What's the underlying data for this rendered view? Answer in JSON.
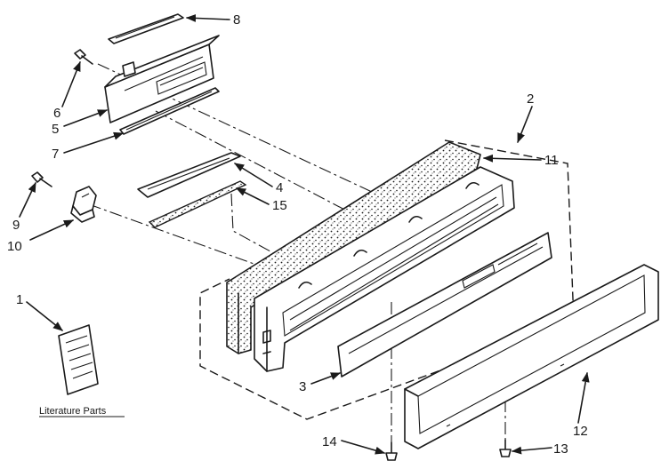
{
  "callouts": {
    "c1": "1",
    "c2": "2",
    "c3": "3",
    "c4": "4",
    "c5": "5",
    "c6": "6",
    "c7": "7",
    "c8": "8",
    "c9": "9",
    "c10": "10",
    "c11": "11",
    "c12": "12",
    "c13": "13",
    "c14": "14",
    "c15": "15"
  },
  "caption": "Literature Parts",
  "ink_color": "#1a1a1a"
}
